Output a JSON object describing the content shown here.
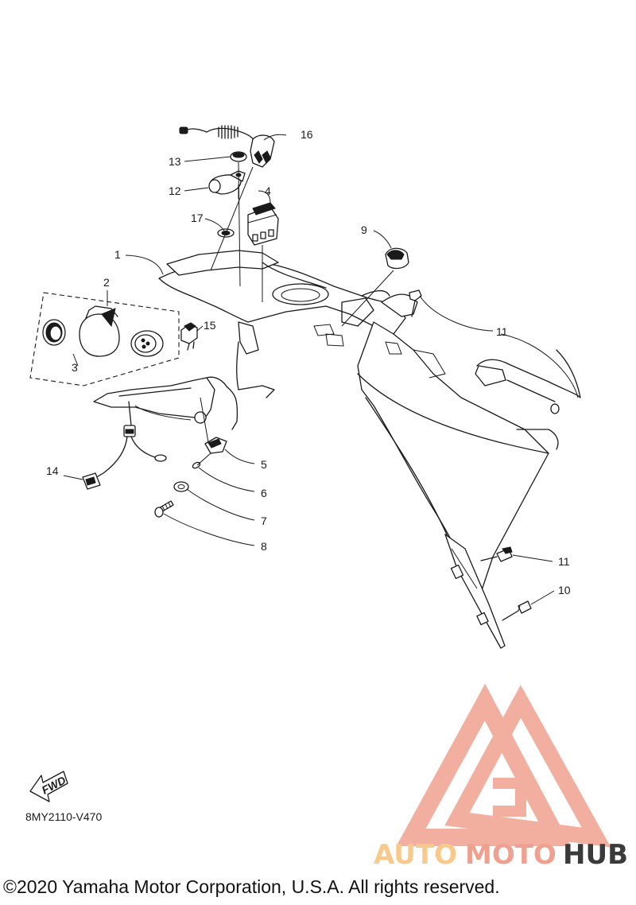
{
  "diagram": {
    "callouts": [
      {
        "id": "c1",
        "label": "1"
      },
      {
        "id": "c2",
        "label": "2"
      },
      {
        "id": "c3",
        "label": "3"
      },
      {
        "id": "c4",
        "label": "4"
      },
      {
        "id": "c5",
        "label": "5"
      },
      {
        "id": "c6",
        "label": "6"
      },
      {
        "id": "c7",
        "label": "7"
      },
      {
        "id": "c8",
        "label": "8"
      },
      {
        "id": "c9",
        "label": "9"
      },
      {
        "id": "c10",
        "label": "10"
      },
      {
        "id": "c11a",
        "label": "11"
      },
      {
        "id": "c11b",
        "label": "11"
      },
      {
        "id": "c12",
        "label": "12"
      },
      {
        "id": "c13",
        "label": "13"
      },
      {
        "id": "c14",
        "label": "14"
      },
      {
        "id": "c15",
        "label": "15"
      },
      {
        "id": "c16",
        "label": "16"
      },
      {
        "id": "c17",
        "label": "17"
      }
    ],
    "fwd_label": "FWD",
    "drawing_code": "8MY2110-V470"
  },
  "watermark": {
    "part1": "AUTO",
    "part2": "MOTO",
    "part3": "HUB",
    "color_light": "#f8c98a",
    "color_main": "#f0a08f",
    "color_dark": "#3a3a3a"
  },
  "copyright": "©2020 Yamaha Motor Corporation, U.S.A. All rights reserved."
}
